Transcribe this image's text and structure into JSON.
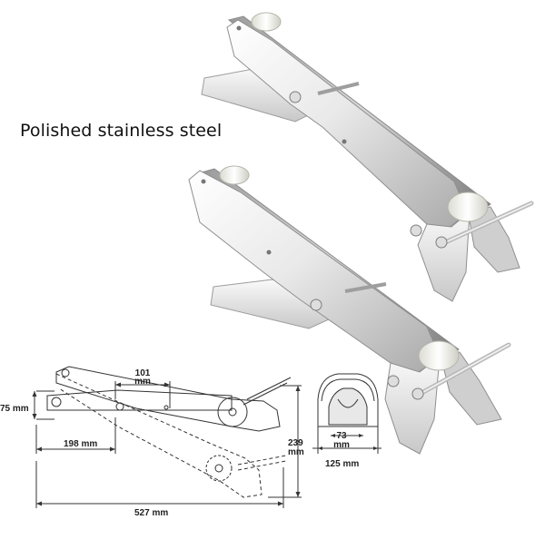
{
  "caption": "Polished stainless steel",
  "dimensions": {
    "d101_value": "101",
    "d101_unit": "mm",
    "d75": "75 mm",
    "d198": "198 mm",
    "d527": "527 mm",
    "d239_value": "239",
    "d239_unit": "mm",
    "d73_value": "73",
    "d73_unit": "mm",
    "d125": "125 mm"
  },
  "colors": {
    "steel_light": "#f4f4f4",
    "steel_mid": "#d6d6d6",
    "steel_dark": "#8a8a8a",
    "roller": "#efefe8",
    "drawing_line": "#333333"
  }
}
